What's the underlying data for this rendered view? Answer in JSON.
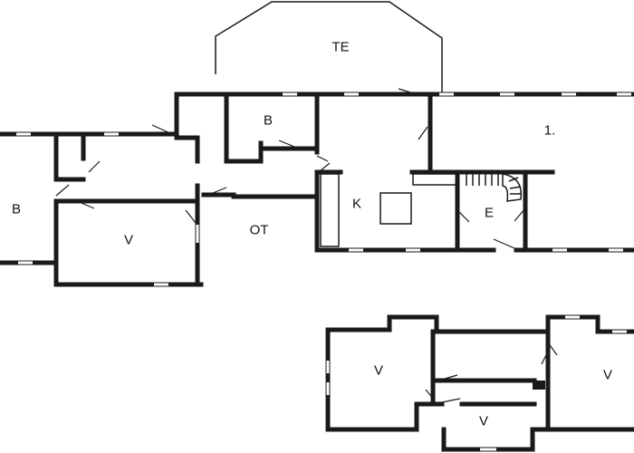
{
  "rooms": {
    "terrace": "TE",
    "bath_upper": "B",
    "bath_left": "B",
    "bedroom_left": "V",
    "corridor": "OT",
    "kitchen": "K",
    "entrance": "E",
    "living": "1.",
    "bedroom_lower_left": "V",
    "bedroom_lower_right": "V",
    "bedroom_lower_middle": "V"
  },
  "colors": {
    "wall": "#1a1a1a",
    "background": "#ffffff"
  }
}
